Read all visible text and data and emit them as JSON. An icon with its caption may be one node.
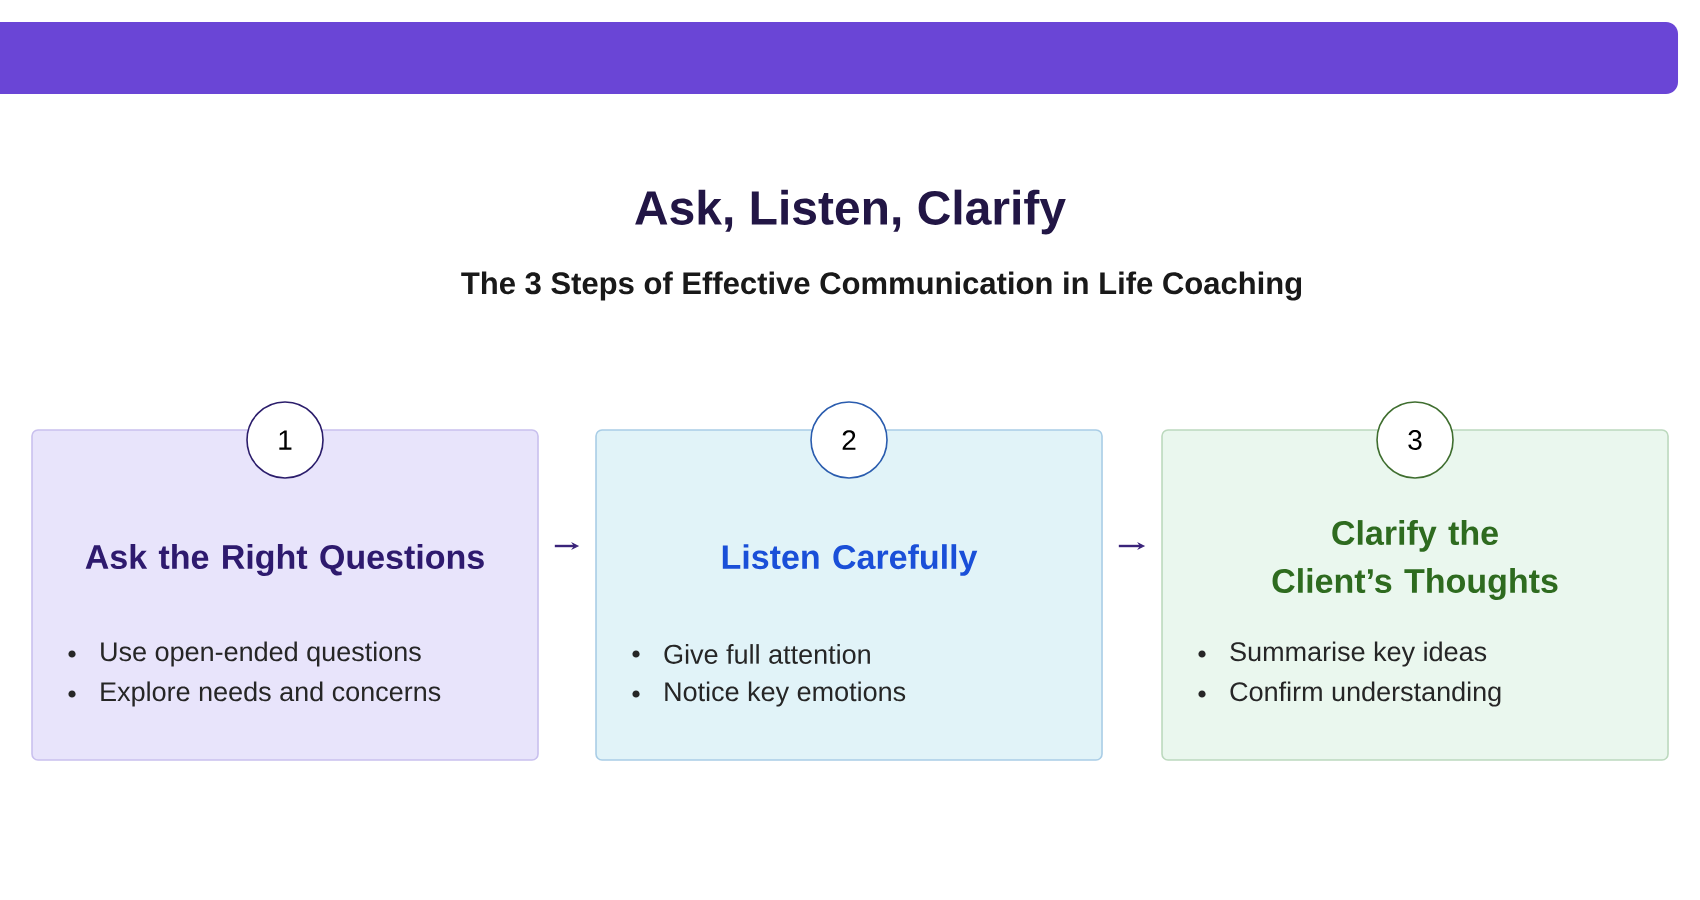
{
  "diagram": {
    "title": "Ask, Listen, Clarify",
    "caption": "The 3 Steps of Effective Communication in Life Coaching",
    "nodes": [
      {
        "text": [
          "1"
        ]
      },
      {
        "text": [
          "Ask the Right Questions",
          "Use open-ended questions",
          "Explore needs and concerns"
        ]
      },
      {
        "text": [
          "2"
        ]
      },
      {
        "text": [
          "Listen Carefully",
          "Give full attention",
          "Notice key emotions"
        ]
      },
      {
        "text": [
          "3"
        ]
      },
      {
        "text": [
          "Clarify the Client’s Thoughts",
          "Summarise key ideas",
          "Confirm understanding"
        ]
      }
    ],
    "edges": [
      {
        "from": 1,
        "to": 3,
        "arrow": "to"
      },
      {
        "from": 3,
        "to": 5,
        "arrow": "to"
      }
    ]
  }
}
